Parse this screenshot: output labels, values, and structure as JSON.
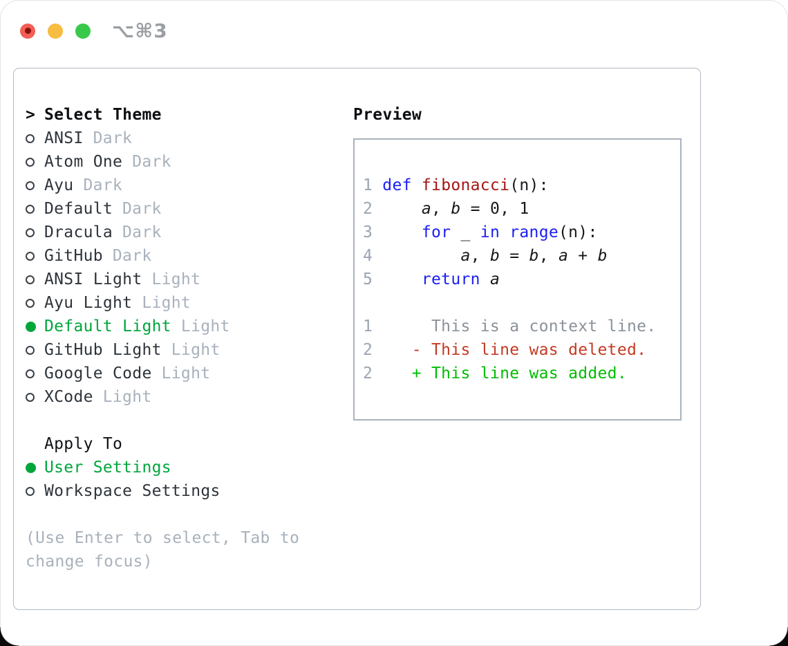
{
  "window": {
    "title": "⌥⌘3",
    "traffic_lights": [
      "close",
      "minimize",
      "zoom"
    ]
  },
  "theme_selector": {
    "header_marker": ">",
    "header": "Select Theme",
    "items": [
      {
        "name": "ANSI",
        "variant": "Dark",
        "selected": false
      },
      {
        "name": "Atom One",
        "variant": "Dark",
        "selected": false
      },
      {
        "name": "Ayu",
        "variant": "Dark",
        "selected": false
      },
      {
        "name": "Default",
        "variant": "Dark",
        "selected": false
      },
      {
        "name": "Dracula",
        "variant": "Dark",
        "selected": false
      },
      {
        "name": "GitHub",
        "variant": "Dark",
        "selected": false
      },
      {
        "name": "ANSI Light",
        "variant": "Light",
        "selected": false
      },
      {
        "name": "Ayu Light",
        "variant": "Light",
        "selected": false
      },
      {
        "name": "Default Light",
        "variant": "Light",
        "selected": true
      },
      {
        "name": "GitHub Light",
        "variant": "Light",
        "selected": false
      },
      {
        "name": "Google Code",
        "variant": "Light",
        "selected": false
      },
      {
        "name": "XCode",
        "variant": "Light",
        "selected": false
      }
    ]
  },
  "apply_to": {
    "header": "Apply To",
    "options": [
      {
        "label": "User Settings",
        "selected": true
      },
      {
        "label": "Workspace Settings",
        "selected": false
      }
    ]
  },
  "help_text": "(Use Enter to select, Tab to change focus)",
  "preview": {
    "header": "Preview",
    "code_lines": [
      {
        "num": "1",
        "tokens": [
          {
            "t": "def",
            "c": "kw"
          },
          {
            "t": " "
          },
          {
            "t": "fibonacci",
            "c": "fn"
          },
          {
            "t": "(n):"
          }
        ]
      },
      {
        "num": "2",
        "tokens": [
          {
            "t": "    "
          },
          {
            "t": "a",
            "c": "var"
          },
          {
            "t": ", "
          },
          {
            "t": "b",
            "c": "var"
          },
          {
            "t": " = 0, 1"
          }
        ]
      },
      {
        "num": "3",
        "tokens": [
          {
            "t": "    "
          },
          {
            "t": "for",
            "c": "kw"
          },
          {
            "t": " _ "
          },
          {
            "t": "in",
            "c": "kw"
          },
          {
            "t": " "
          },
          {
            "t": "range",
            "c": "kw"
          },
          {
            "t": "(n):"
          }
        ]
      },
      {
        "num": "4",
        "tokens": [
          {
            "t": "        "
          },
          {
            "t": "a",
            "c": "var"
          },
          {
            "t": ", "
          },
          {
            "t": "b",
            "c": "var"
          },
          {
            "t": " = "
          },
          {
            "t": "b",
            "c": "var"
          },
          {
            "t": ", "
          },
          {
            "t": "a",
            "c": "var"
          },
          {
            "t": " + "
          },
          {
            "t": "b",
            "c": "var"
          }
        ]
      },
      {
        "num": "5",
        "tokens": [
          {
            "t": "    "
          },
          {
            "t": "return",
            "c": "kw"
          },
          {
            "t": " "
          },
          {
            "t": "a",
            "c": "var"
          }
        ]
      }
    ],
    "diff_lines": [
      {
        "num": "1",
        "sign": " ",
        "kind": "context",
        "text": "This is a context line."
      },
      {
        "num": "2",
        "sign": "-",
        "kind": "deleted",
        "text": "This line was deleted."
      },
      {
        "num": "2",
        "sign": "+",
        "kind": "added",
        "text": "This line was added."
      }
    ]
  },
  "colors": {
    "accent_green": "#00a63c",
    "keyword_blue": "#1b1ff2",
    "function_red": "#a31515",
    "diff_deleted_red": "#c43a23",
    "diff_added_green": "#00bd00",
    "context_gray": "#8b929a",
    "line_number_gray": "#9aa4b2",
    "traffic_red": "#f35e56",
    "traffic_yellow": "#f7bd40",
    "traffic_green": "#38c94b"
  }
}
